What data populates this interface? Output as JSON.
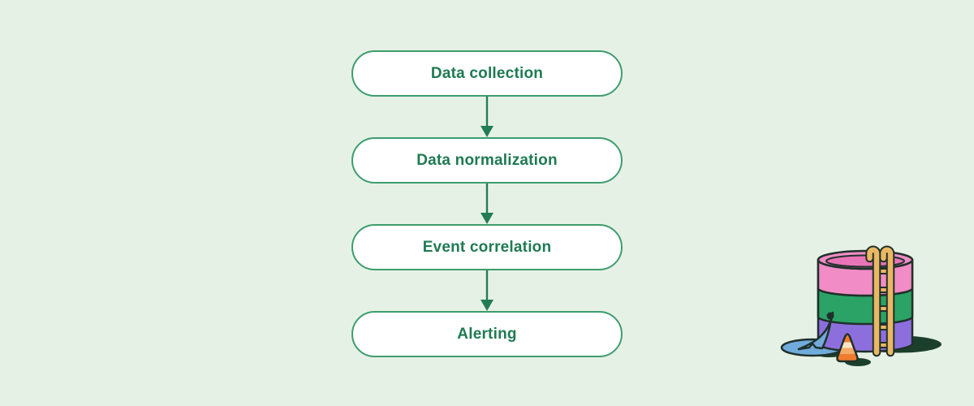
{
  "colors": {
    "bg": "#e6f1e6",
    "box_bg": "#ffffff",
    "box_border": "#3d9d6e",
    "box_text": "#1f7a52",
    "arrow": "#237c54",
    "tank_pink": "#f18cc6",
    "tank_pink_inner": "#ea74b8",
    "tank_green": "#2ba266",
    "tank_purple": "#8c6fdd",
    "ladder_tan": "#eab764",
    "water_blue": "#70abdb",
    "cone_orange": "#ef7c2e",
    "cone_stripe_cream": "#fbe4c8",
    "cone_stripe_light": "#f5a966",
    "shadow_dark": "#1b3f2b",
    "outline_dark": "#20302a"
  },
  "flowchart": {
    "steps": [
      {
        "id": "data-collection",
        "label": "Data collection"
      },
      {
        "id": "data-normalization",
        "label": "Data normalization"
      },
      {
        "id": "event-correlation",
        "label": "Event correlation"
      },
      {
        "id": "alerting",
        "label": "Alerting"
      }
    ]
  },
  "illustration": {
    "name": "leaking-tank-illustration",
    "parts": [
      "tank",
      "ladder",
      "leak-hole",
      "water-stream",
      "puddle",
      "traffic-cone",
      "shadow"
    ]
  }
}
